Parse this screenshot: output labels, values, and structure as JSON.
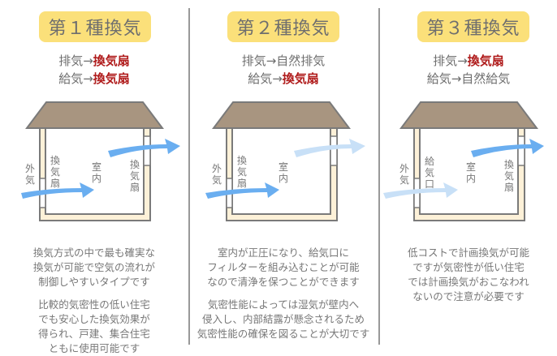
{
  "colors": {
    "badge_bg": "#fbe07a",
    "highlight": "#b01c1c",
    "roof": "#a89580",
    "wall_fill": "#fdf1d8",
    "wall_stroke": "#7a7a7a",
    "arrow_strong": "#6aaef0",
    "arrow_faint": "#c8e0f7",
    "divider": "#999999"
  },
  "panels": [
    {
      "title": "第１種換気",
      "exhaust": {
        "prefix": "排気→",
        "method": "換気扇",
        "highlight": true
      },
      "supply": {
        "prefix": "給気→",
        "method": "換気扇",
        "highlight": true
      },
      "labels": {
        "outside": "外気",
        "left_device": "換気扇",
        "inside": "室内",
        "right_device": "換気扇"
      },
      "arrows": {
        "supply": "strong",
        "exhaust": "strong"
      },
      "desc1": [
        "換気方式の中で最も確実な",
        "換気が可能で空気の流れが",
        "制御しやすいタイプです"
      ],
      "desc2": [
        "比較的気密性の低い住宅",
        "でも安心した換気効果が",
        "得られ、戸建、集合住宅",
        "ともに使用可能です"
      ]
    },
    {
      "title": "第２種換気",
      "exhaust": {
        "prefix": "排気→",
        "method": "自然排気",
        "highlight": false
      },
      "supply": {
        "prefix": "給気→",
        "method": "換気扇",
        "highlight": true
      },
      "labels": {
        "outside": "外気",
        "left_device": "換気扇",
        "inside": "室内",
        "right_device": ""
      },
      "arrows": {
        "supply": "strong",
        "exhaust": "faint"
      },
      "desc1": [
        "室内が正圧になり、給気口に",
        "フィルターを組み込むことが可能",
        "なので清浄を保つことができます"
      ],
      "desc2": [
        "気密性能によっては湿気が壁内へ",
        "侵入し、内部結露が懸念されるため",
        "気密性能の確保を図ることが大切です"
      ]
    },
    {
      "title": "第３種換気",
      "exhaust": {
        "prefix": "排気→",
        "method": "換気扇",
        "highlight": true
      },
      "supply": {
        "prefix": "給気→",
        "method": "自然給気",
        "highlight": false
      },
      "labels": {
        "outside": "外気",
        "left_device": "給気口",
        "inside": "室内",
        "right_device": "換気扇"
      },
      "arrows": {
        "supply": "faint",
        "exhaust": "strong"
      },
      "desc1": [
        "低コストで計画換気が可能",
        "ですが気密性が低い住宅",
        "では計画換気がおこなわれ",
        "ないので注意が必要です"
      ],
      "desc2": []
    }
  ]
}
